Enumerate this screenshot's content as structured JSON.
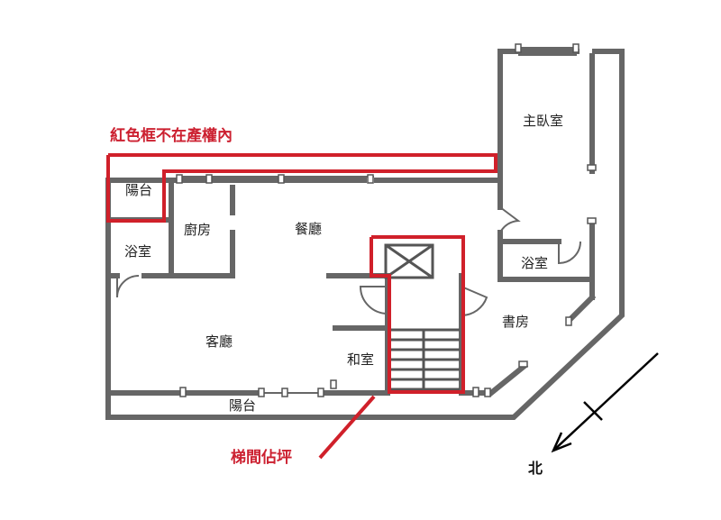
{
  "notes": {
    "red_frame_note": "紅色框不在產權內",
    "stair_note": "梯間佔坪"
  },
  "rooms": {
    "balcony_west": "陽台",
    "kitchen": "廚房",
    "dining": "餐廳",
    "master_bedroom": "主臥室",
    "bath_west": "浴室",
    "bath_east": "浴室",
    "living": "客廳",
    "japanese_room": "和室",
    "study": "書房",
    "balcony_south": "陽台"
  },
  "compass": {
    "north": "北"
  },
  "colors": {
    "wall": "#666666",
    "highlight": "#d0202a"
  }
}
